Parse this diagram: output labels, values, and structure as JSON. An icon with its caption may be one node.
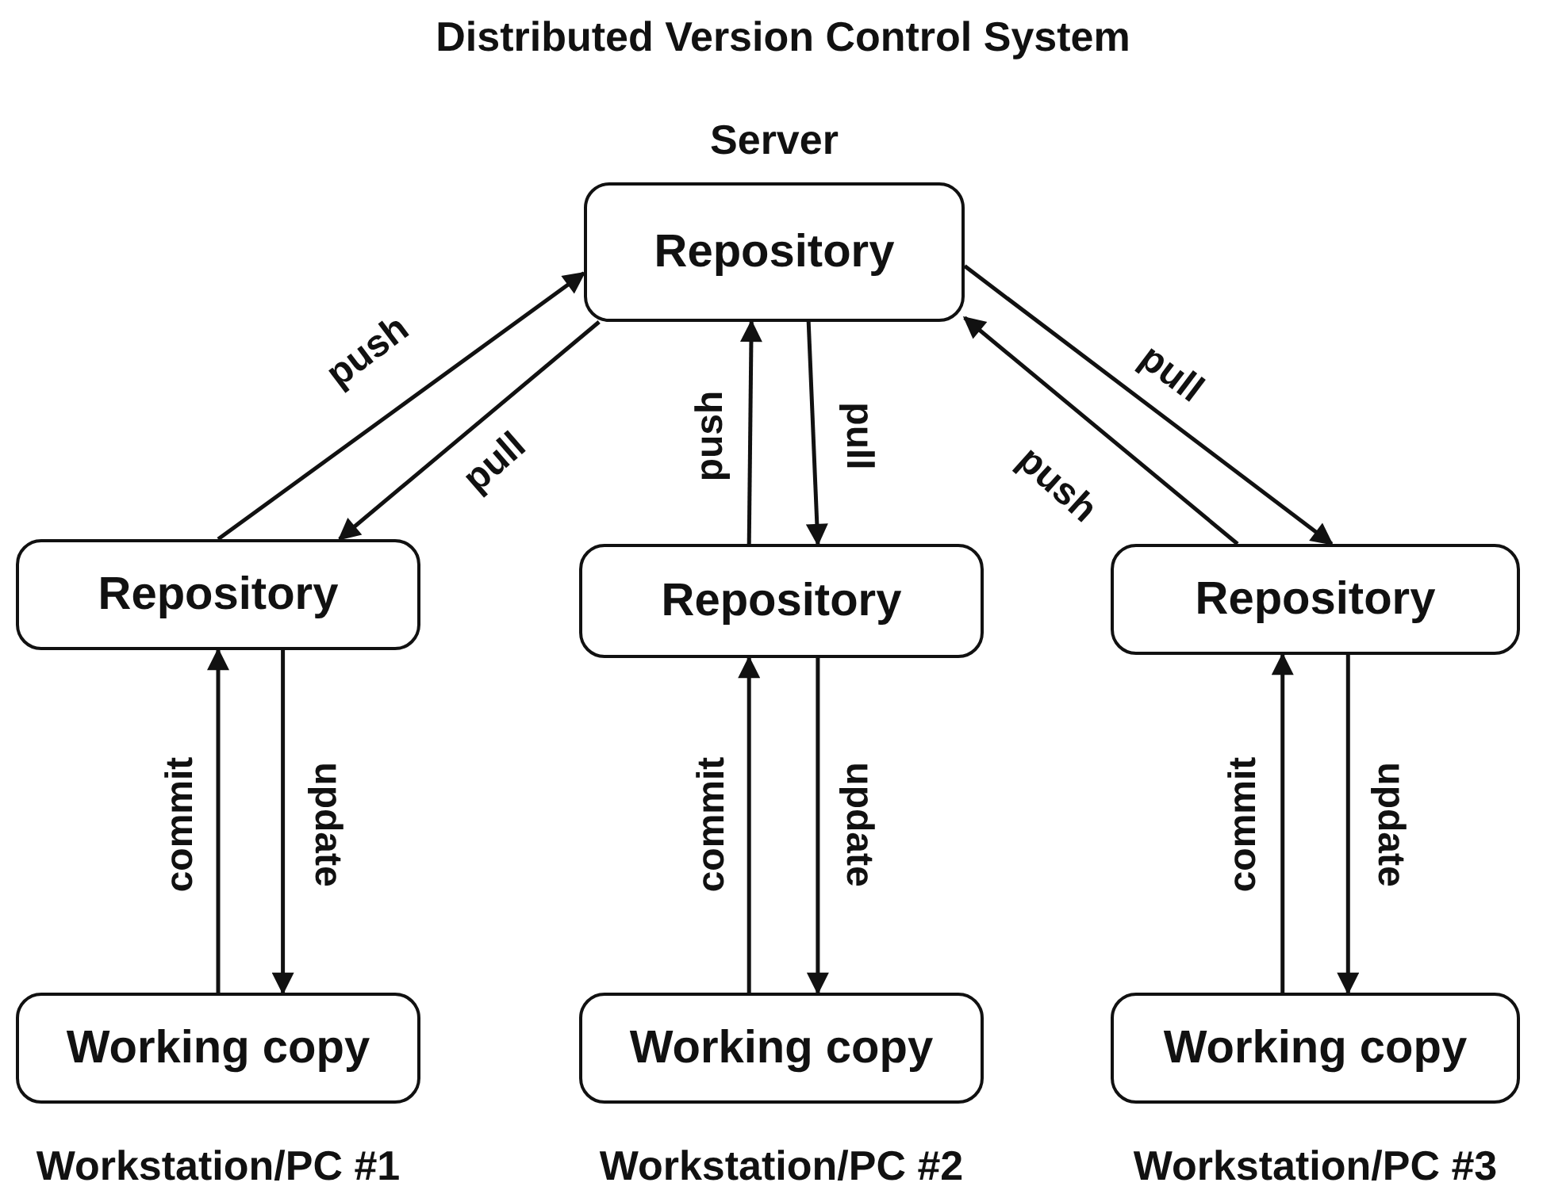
{
  "diagram": {
    "title": "Distributed Version Control System",
    "nodes": [
      {
        "text": [
          "Server",
          "Repository"
        ]
      },
      {
        "text": [
          "Repository"
        ]
      },
      {
        "text": [
          "Repository"
        ]
      },
      {
        "text": [
          "Repository"
        ]
      },
      {
        "text": [
          "Working copy"
        ],
        "beside": [
          "Workstation/PC #1"
        ]
      },
      {
        "text": [
          "Working copy"
        ],
        "beside": [
          "Workstation/PC #2"
        ]
      },
      {
        "text": [
          "Working copy"
        ],
        "beside": [
          "Workstation/PC #3"
        ]
      }
    ],
    "edges": [
      {
        "from": 1,
        "to": 0,
        "arrow": "to",
        "label": "push"
      },
      {
        "from": 0,
        "to": 1,
        "arrow": "to",
        "label": "pull"
      },
      {
        "from": 2,
        "to": 0,
        "arrow": "to",
        "label": "push"
      },
      {
        "from": 0,
        "to": 2,
        "arrow": "to",
        "label": "pull"
      },
      {
        "from": 3,
        "to": 0,
        "arrow": "to",
        "label": "push"
      },
      {
        "from": 0,
        "to": 3,
        "arrow": "to",
        "label": "pull"
      },
      {
        "from": 4,
        "to": 1,
        "arrow": "to",
        "label": "commit"
      },
      {
        "from": 1,
        "to": 4,
        "arrow": "to",
        "label": "update"
      },
      {
        "from": 5,
        "to": 2,
        "arrow": "to",
        "label": "commit"
      },
      {
        "from": 2,
        "to": 5,
        "arrow": "to",
        "label": "update"
      },
      {
        "from": 6,
        "to": 3,
        "arrow": "to",
        "label": "commit"
      },
      {
        "from": 3,
        "to": 6,
        "arrow": "to",
        "label": "update"
      }
    ]
  }
}
